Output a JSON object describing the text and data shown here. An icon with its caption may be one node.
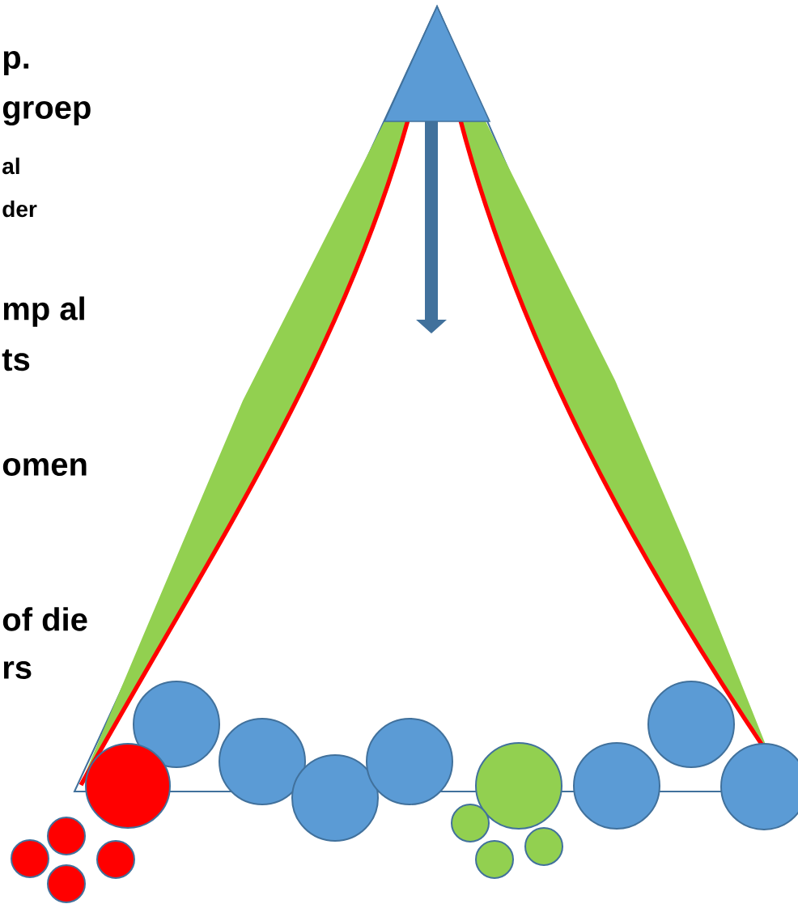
{
  "diagram": {
    "labels": [
      "p.",
      "groep",
      "al",
      "der",
      "mp al",
      "ts",
      "omen",
      "of die",
      "rs"
    ]
  }
}
